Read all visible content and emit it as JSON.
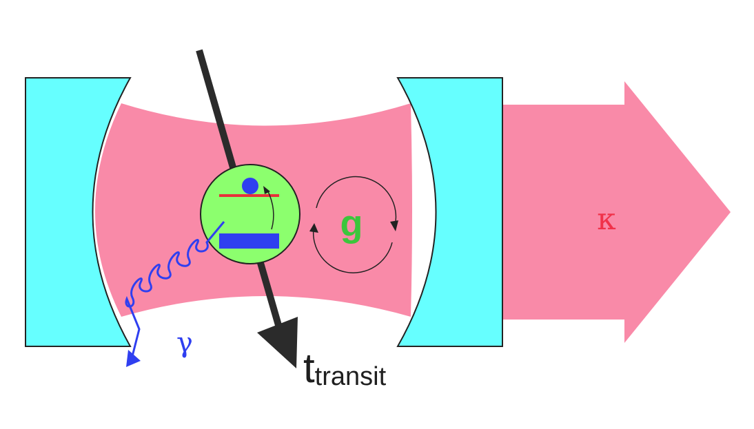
{
  "colors": {
    "background": "#ffffff",
    "cavity_field": "#f98aa8",
    "mirror": "#66ffff",
    "atom": "#8cff6e",
    "excited_state_line": "#e8303a",
    "levels": "#2f3ff0",
    "photon": "#2f3ff0",
    "kappa_text": "#f0324a",
    "g_text": "#3cc63c",
    "trajectory": "#2b2b2b"
  },
  "labels": {
    "kappa": "κ",
    "gamma": "γ",
    "g": "g",
    "t_main": "t",
    "t_sub": "transit"
  },
  "icons": {
    "trajectory": "arrow-down-right",
    "coupling": "circular-arrows",
    "photon": "wavy-arrow"
  }
}
